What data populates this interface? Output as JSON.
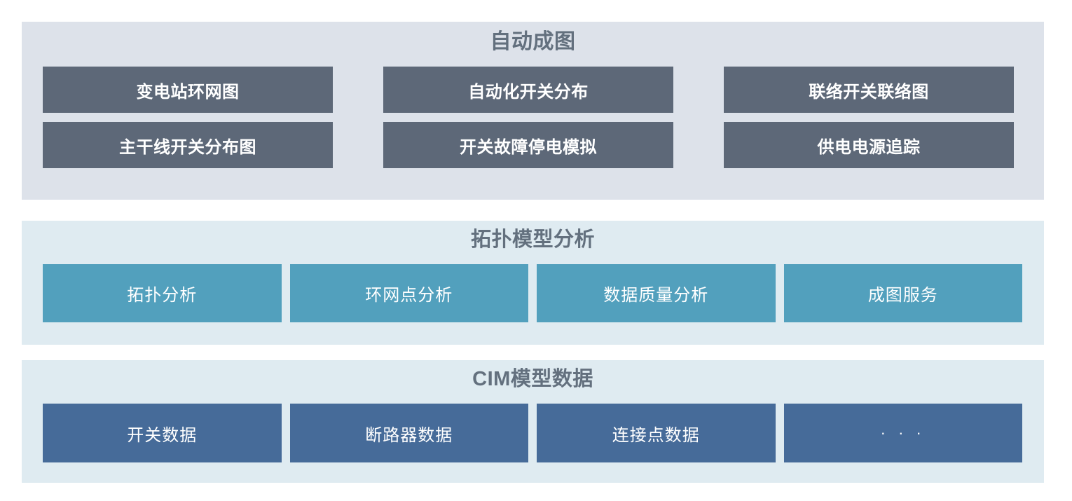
{
  "colors": {
    "panel_autodraw_bg": "#dde2ea",
    "panel_analysis_bg": "#dfebf1",
    "title_text": "#63707e",
    "tile_slate": "#5d6878",
    "tile_teal": "#52a0bd",
    "tile_blue": "#466b99",
    "tile_text": "#ffffff",
    "page_bg": "#ffffff"
  },
  "panels": [
    {
      "id": "auto-drawing",
      "title": "自动成图",
      "rows": [
        [
          {
            "label": "变电站环网图"
          },
          {
            "label": "自动化开关分布"
          },
          {
            "label": "联络开关联络图"
          }
        ],
        [
          {
            "label": "主干线开关分布图"
          },
          {
            "label": "开关故障停电模拟"
          },
          {
            "label": "供电电源追踪"
          }
        ]
      ]
    },
    {
      "id": "topology-model-analysis",
      "title": "拓扑模型分析",
      "rows": [
        [
          {
            "label": "拓扑分析"
          },
          {
            "label": "环网点分析"
          },
          {
            "label": "数据质量分析"
          },
          {
            "label": "成图服务"
          }
        ]
      ]
    },
    {
      "id": "cim-model-data",
      "title": "CIM模型数据",
      "rows": [
        [
          {
            "label": "开关数据"
          },
          {
            "label": "断路器数据"
          },
          {
            "label": "连接点数据"
          },
          {
            "label": "· · ·"
          }
        ]
      ]
    }
  ]
}
